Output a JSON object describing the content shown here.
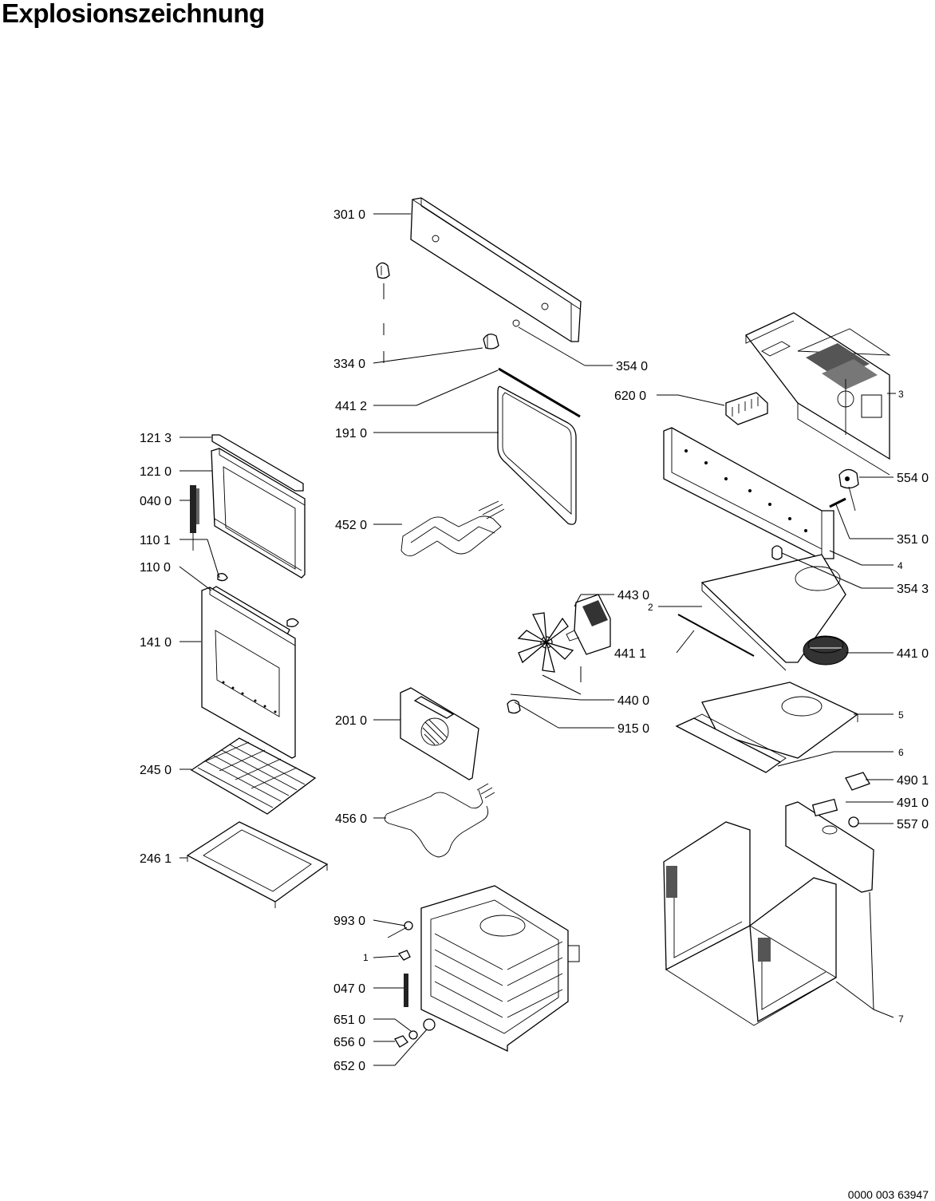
{
  "title": "Explosionszeichnung",
  "document_number": "0000 003 63947",
  "labels": {
    "l3010": "301 0",
    "l3340": "334 0",
    "l3540": "354 0",
    "l4412": "441 2",
    "l1910": "191 0",
    "l4520": "452 0",
    "l6200": "620 0",
    "l3": "3",
    "l5540": "554 0",
    "l3510": "351 0",
    "l4": "4",
    "l3543": "354 3",
    "l1213": "121 3",
    "l1210": "121 0",
    "l0400": "040 0",
    "l1101": "110 1",
    "l1100": "110 0",
    "l1410": "141 0",
    "l2450": "245 0",
    "l2461": "246 1",
    "l4430": "443 0",
    "l2": "2",
    "l4411": "441 1",
    "l4410": "441 0",
    "l4400": "440 0",
    "l9150": "915 0",
    "l2010": "201 0",
    "l5": "5",
    "l6": "6",
    "l4560": "456 0",
    "l4901": "490 1",
    "l4910": "491 0",
    "l5570": "557 0",
    "l7": "7",
    "l9930": "993 0",
    "l1": "1",
    "l0470": "047 0",
    "l6510": "651 0",
    "l6560": "656 0",
    "l6520": "652 0"
  }
}
